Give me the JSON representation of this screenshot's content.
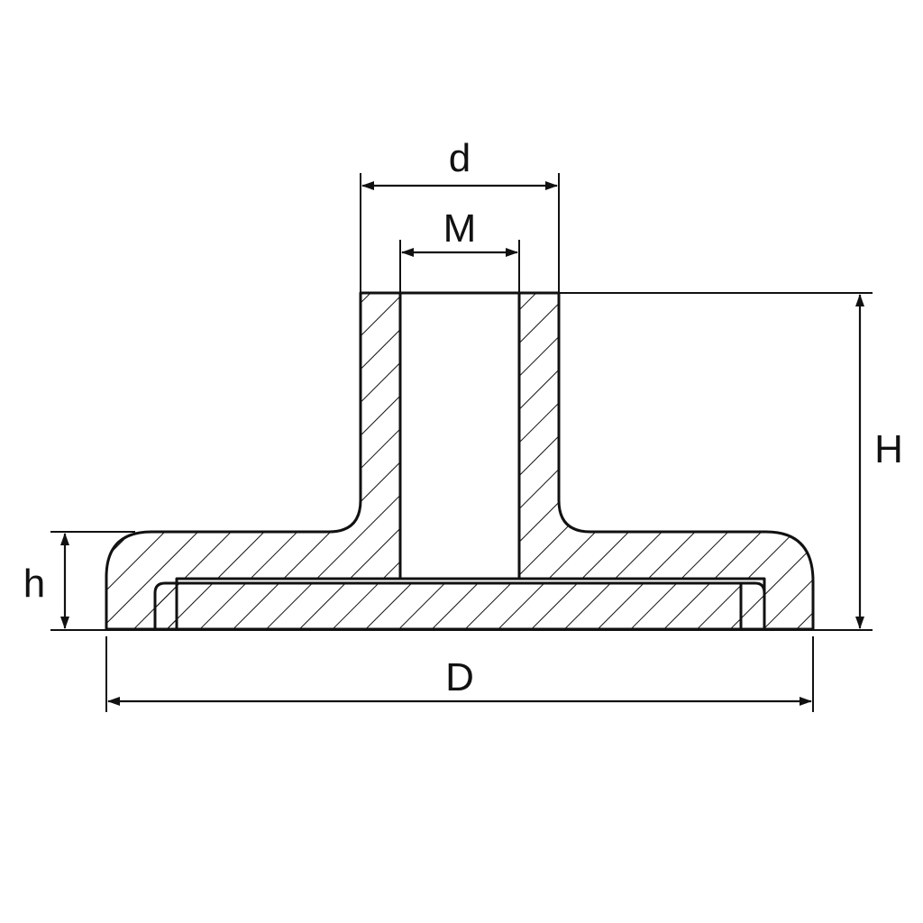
{
  "labels": {
    "d": "d",
    "M": "M",
    "H": "H",
    "h": "h",
    "D": "D"
  },
  "colors": {
    "line": "#111111",
    "background": "#ffffff"
  }
}
